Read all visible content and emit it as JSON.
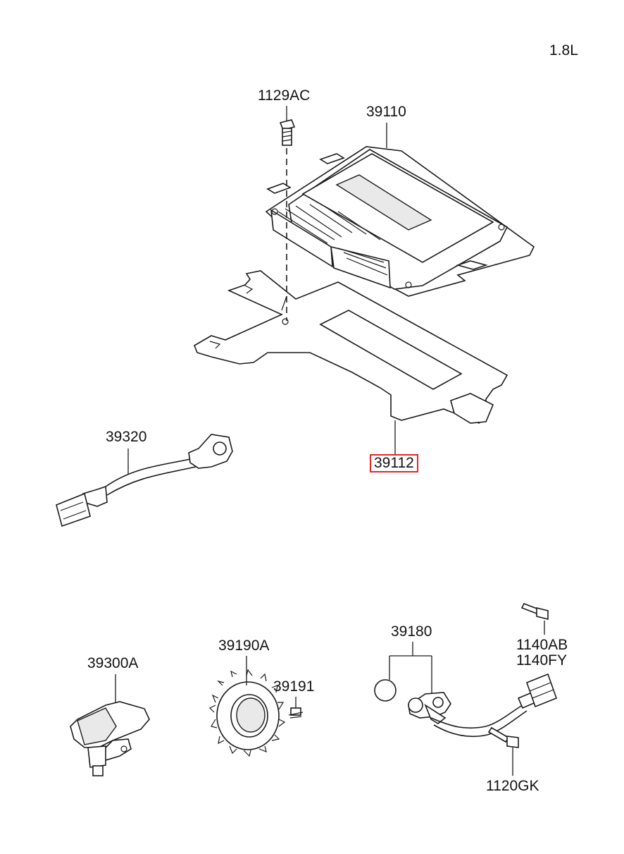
{
  "engine_label": "1.8L",
  "highlight_color": "#e0262a",
  "callouts": {
    "bolt_top": "1129AC",
    "ecu": "39110",
    "bracket": "39112",
    "knock_sensor": "39320",
    "map_sensor": "39300A",
    "target_wheel": "39190A",
    "wheel_screw": "39191",
    "crank_sensor": "39180",
    "bolt_a_line1": "1140AB",
    "bolt_a_line2": "1140FY",
    "bolt_b": "1120GK"
  }
}
